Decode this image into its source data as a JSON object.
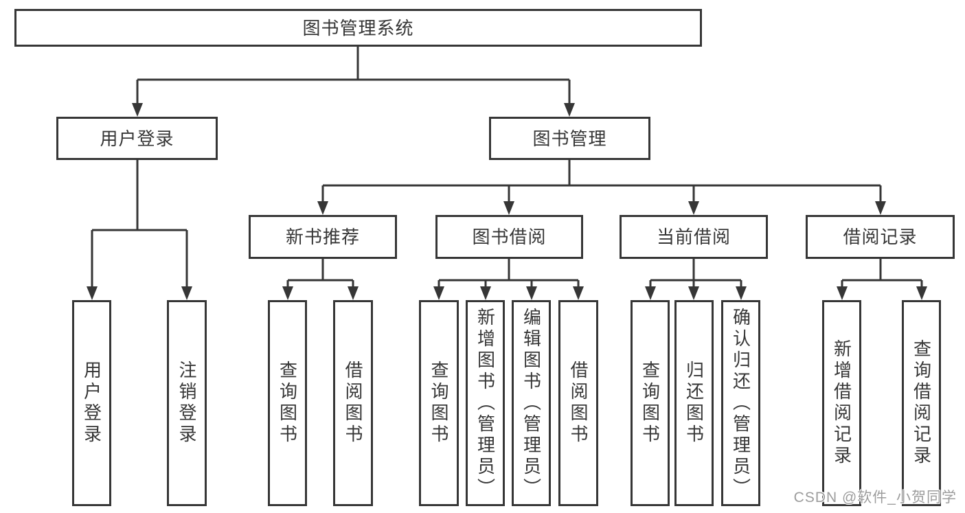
{
  "tree": {
    "label": "图书管理系统",
    "children": [
      {
        "label": "用户登录",
        "children": [
          {
            "label": "用户登录"
          },
          {
            "label": "注销登录"
          }
        ]
      },
      {
        "label": "图书管理",
        "children": [
          {
            "label": "新书推荐",
            "children": [
              {
                "label": "查询图书"
              },
              {
                "label": "借阅图书"
              }
            ]
          },
          {
            "label": "图书借阅",
            "children": [
              {
                "label": "查询图书"
              },
              {
                "label": "新增图书（管理员）"
              },
              {
                "label": "编辑图书（管理员）"
              },
              {
                "label": "借阅图书"
              }
            ]
          },
          {
            "label": "当前借阅",
            "children": [
              {
                "label": "查询图书"
              },
              {
                "label": "归还图书"
              },
              {
                "label": "确认归还（管理员）"
              }
            ]
          },
          {
            "label": "借阅记录",
            "children": [
              {
                "label": "新增借阅记录"
              },
              {
                "label": "查询借阅记录"
              }
            ]
          }
        ]
      }
    ]
  },
  "watermark": "CSDN @软件_小贺同学",
  "colors": {
    "line": "#363636",
    "box_border": "#363636",
    "text": "#363636",
    "background": "#ffffff",
    "watermark": "#9c9c9c"
  }
}
